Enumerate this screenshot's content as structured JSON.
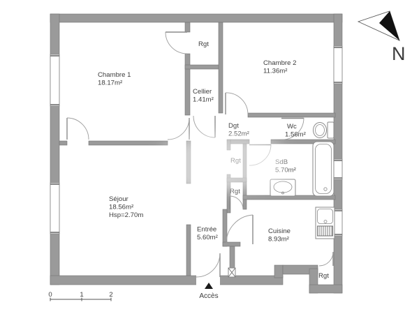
{
  "plan": {
    "rooms": {
      "chambre1": {
        "name": "Chambre 1",
        "area": "18.17m²"
      },
      "chambre2": {
        "name": "Chambre 2",
        "area": "11.36m²"
      },
      "cellier": {
        "name": "Cellier",
        "area": "1.41m²"
      },
      "dgt": {
        "name": "Dgt",
        "area": "2.52m²"
      },
      "wc": {
        "name": "Wc",
        "area": "1.56m²"
      },
      "sdb": {
        "name": "SdB",
        "area": "5.70m²"
      },
      "sejour": {
        "name": "Séjour",
        "area": "18.56m²",
        "ceiling_height": "Hsp=2.70m"
      },
      "entree": {
        "name": "Entrée",
        "area": "5.60m²"
      },
      "cuisine": {
        "name": "Cuisine",
        "area": "8.93m²"
      },
      "rgt_top": {
        "name": "Rgt"
      },
      "rgt_hall_upper": {
        "name": "Rgt"
      },
      "rgt_hall_lower": {
        "name": "Rgt"
      },
      "rgt_kitchen": {
        "name": "Rgt"
      }
    },
    "compass": {
      "label": "N"
    },
    "entrance": {
      "label": "Accès"
    },
    "scale_bar": {
      "ticks": [
        "0",
        "1",
        "2"
      ]
    },
    "colors": {
      "wall": "#9a9a9a",
      "wall_edge": "#767676",
      "line": "#8a8a8a",
      "text": "#3c3c3c"
    }
  }
}
